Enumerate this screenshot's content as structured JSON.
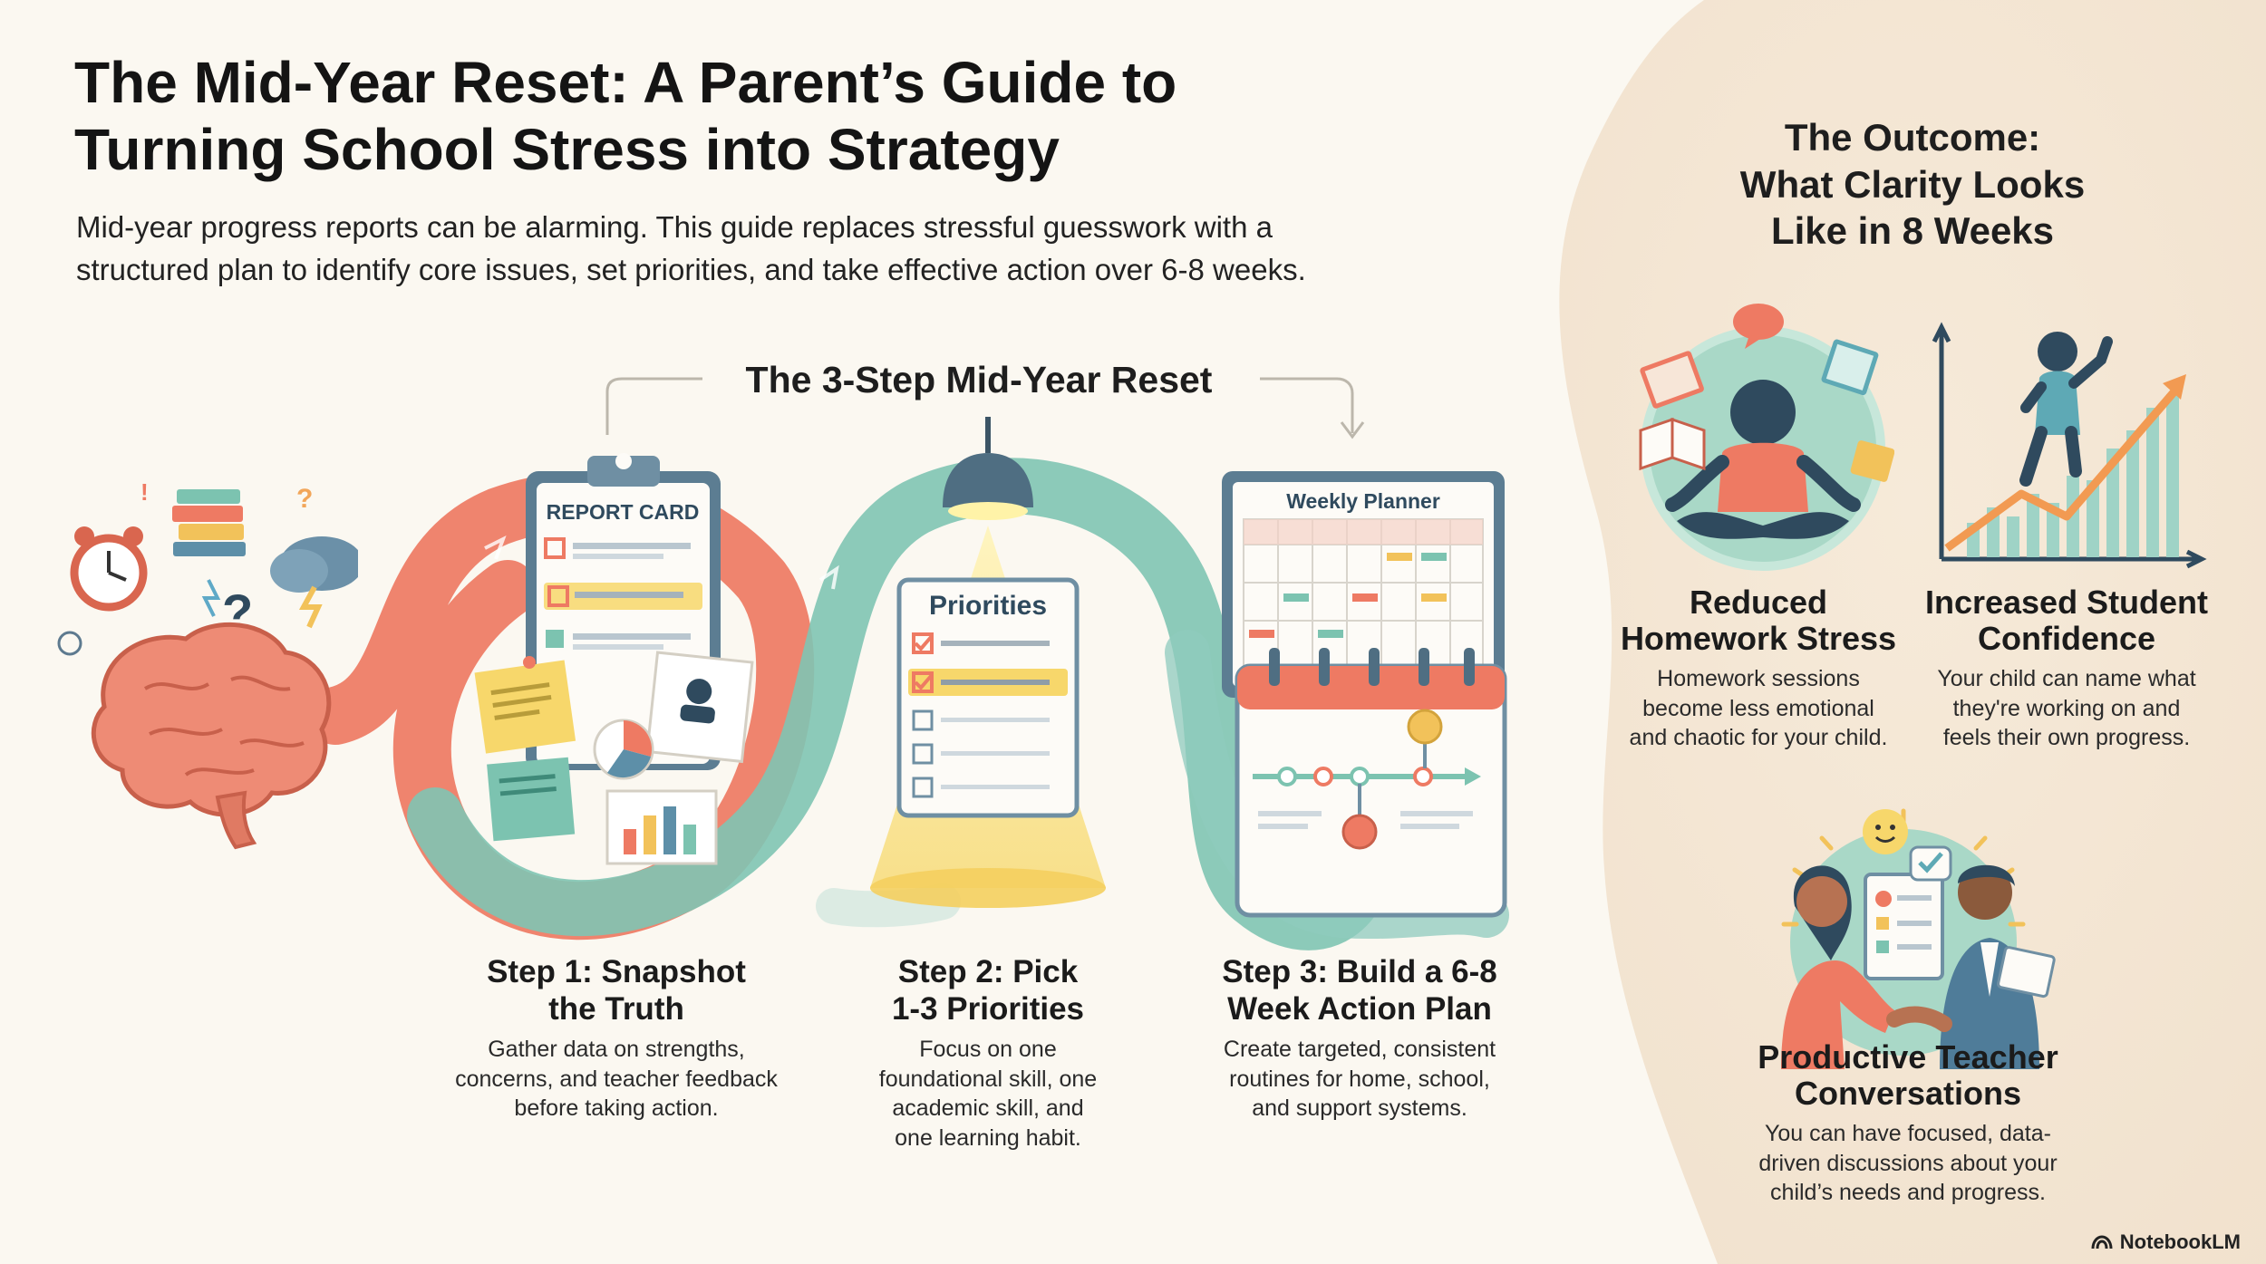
{
  "header": {
    "title_line1": "The Mid-Year Reset: A Parent’s Guide to",
    "title_line2": "Turning School Stress into Strategy",
    "subtitle_line1": "Mid-year progress reports can be alarming. This guide replaces stressful guesswork with a",
    "subtitle_line2": "structured plan to identify core issues, set priorities, and take effective action over 6-8 weeks."
  },
  "reset": {
    "heading": "The 3-Step Mid-Year Reset",
    "clipboard_label": "REPORT CARD",
    "priorities_label": "Priorities",
    "planner_label": "Weekly Planner",
    "steps": [
      {
        "title_line1": "Step 1: Snapshot",
        "title_line2": "the Truth",
        "desc_line1": "Gather data on strengths,",
        "desc_line2": "concerns, and teacher feedback",
        "desc_line3": "before taking action."
      },
      {
        "title_line1": "Step 2: Pick",
        "title_line2": "1-3 Priorities",
        "desc_line1": "Focus on one",
        "desc_line2": "foundational skill, one",
        "desc_line3": "academic skill, and",
        "desc_line4": "one learning habit."
      },
      {
        "title_line1": "Step 3: Build a 6-8",
        "title_line2": "Week Action Plan",
        "desc_line1": "Create targeted, consistent",
        "desc_line2": "routines for home, school,",
        "desc_line3": "and support systems."
      }
    ]
  },
  "outcome": {
    "heading_line1": "The Outcome:",
    "heading_line2": "What Clarity Looks",
    "heading_line3": "Like in 8 Weeks",
    "items": [
      {
        "title_line1": "Reduced",
        "title_line2": "Homework Stress",
        "desc_line1": "Homework sessions",
        "desc_line2": "become less emotional",
        "desc_line3": "and chaotic for your child."
      },
      {
        "title_line1": "Increased Student",
        "title_line2": "Confidence",
        "desc_line1": "Your child can name what",
        "desc_line2": "they're working on and",
        "desc_line3": "feels their own progress."
      },
      {
        "title_line1": "Productive Teacher",
        "title_line2": "Conversations",
        "desc_line1": "You can have focused, data-",
        "desc_line2": "driven discussions about your",
        "desc_line3": "child’s needs and progress."
      }
    ]
  },
  "brand": {
    "name": "NotebookLM"
  },
  "colors": {
    "coral": "#ee7a63",
    "teal": "#72bfae",
    "navy": "#2f4a5e",
    "yellow": "#f7d76b",
    "panel": "#f3e5d3"
  }
}
